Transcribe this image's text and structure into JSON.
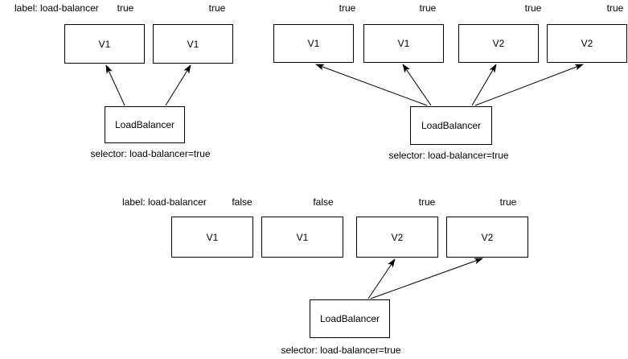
{
  "colors": {
    "background": "#ffffff",
    "stroke": "#000000",
    "text": "#000000"
  },
  "diagrams": [
    {
      "label": "label: load-balancer",
      "selector": "selector: load-balancer=true",
      "load_balancer": "LoadBalancer",
      "nodes": [
        {
          "version": "V1",
          "tag": "true"
        },
        {
          "version": "V1",
          "tag": "true"
        }
      ]
    },
    {
      "selector": "selector: load-balancer=true",
      "load_balancer": "LoadBalancer",
      "nodes": [
        {
          "version": "V1",
          "tag": "true"
        },
        {
          "version": "V1",
          "tag": "true"
        },
        {
          "version": "V2",
          "tag": "true"
        },
        {
          "version": "V2",
          "tag": "true"
        }
      ]
    },
    {
      "label": "label: load-balancer",
      "selector": "selector: load-balancer=true",
      "load_balancer": "LoadBalancer",
      "nodes": [
        {
          "version": "V1",
          "tag": "false"
        },
        {
          "version": "V1",
          "tag": "false"
        },
        {
          "version": "V2",
          "tag": "true"
        },
        {
          "version": "V2",
          "tag": "true"
        }
      ]
    }
  ]
}
